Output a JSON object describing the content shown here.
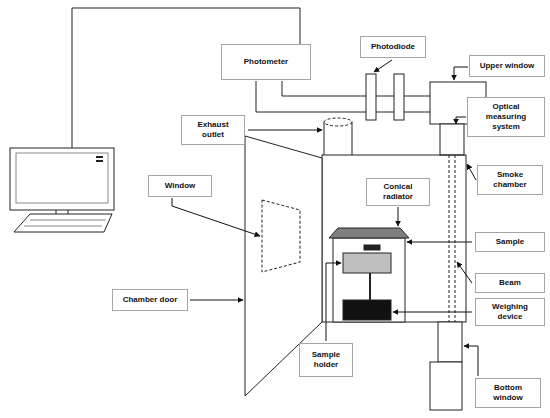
{
  "diagram": {
    "nodes": [
      {
        "text": [
          "Photometer"
        ]
      },
      {
        "text": [
          "Photodiode"
        ]
      },
      {
        "text": [
          "Upper window"
        ]
      },
      {
        "text": [
          "Exhaust outlet"
        ]
      },
      {
        "text": [
          "Optical measuring system"
        ]
      },
      {
        "text": [
          "Window"
        ]
      },
      {
        "text": [
          "Conical radiator"
        ]
      },
      {
        "text": [
          "Smoke chamber"
        ]
      },
      {
        "text": [
          "Sample"
        ]
      },
      {
        "text": [
          "Beam"
        ]
      },
      {
        "text": [
          "Chamber door"
        ]
      },
      {
        "text": [
          "Weighing device"
        ]
      },
      {
        "text": [
          "Sample holder"
        ]
      },
      {
        "text": [
          "Bottom window"
        ]
      }
    ],
    "edges": []
  }
}
